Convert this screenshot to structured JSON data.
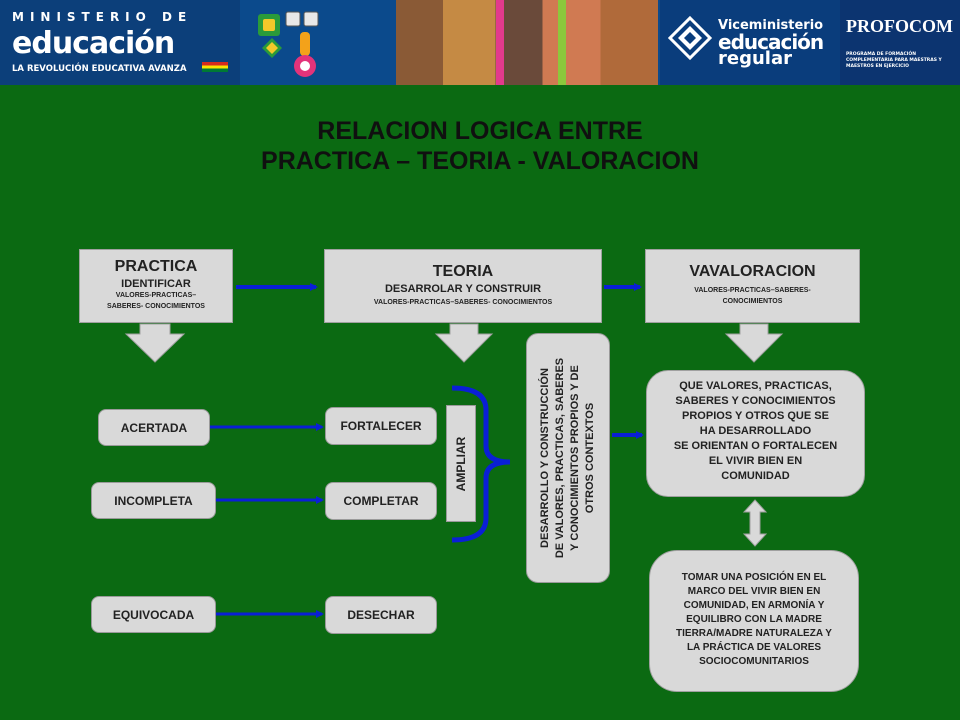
{
  "header": {
    "ministerio": "MINISTERIO DE",
    "educacion": "educación",
    "revolucion": "LA REVOLUCIÓN EDUCATIVA AVANZA",
    "vice_line1": "Viceministerio",
    "vice_line2": "educación",
    "vice_line3": "regular",
    "profocom": "PROFOCOM",
    "profocom_sub": "PROGRAMA DE FORMACIÓN COMPLEMENTARIA PARA MAESTRAS Y MAESTROS EN EJERCICIO"
  },
  "title": {
    "line1": "RELACION LOGICA ENTRE",
    "line2": "PRACTICA – TEORIA - VALORACION"
  },
  "practica": {
    "title": "PRACTICA",
    "sub": "IDENTIFICAR",
    "small1": "VALORES-PRACTICAS–",
    "small2": "SABERES- CONOCIMIENTOS"
  },
  "teoria": {
    "title": "TEORIA",
    "sub": "DESARROLAR Y CONSTRUIR",
    "small": "VALORES-PRACTICAS–SABERES- CONOCIMIENTOS"
  },
  "valoracion": {
    "title": "VAVALORACION",
    "small1": "VALORES-PRACTICAS–SABERES-",
    "small2": "CONOCIMIENTOS"
  },
  "left": {
    "acertada": "ACERTADA",
    "incompleta": "INCOMPLETA",
    "equivocada": "EQUIVOCADA"
  },
  "mid": {
    "fortalecer": "FORTALECER",
    "completar": "COMPLETAR",
    "desechar": "DESECHAR"
  },
  "ampliar": "AMPLIAR",
  "desarrollo": {
    "line1": "DESARROLLO Y CONSTRUCCIÓN",
    "line2": "DE VALORES, PRACTICAS, SABERES",
    "line3": "Y CONOCIMIENTOS PROPIOS Y DE",
    "line4": "OTROS CONTEXTOS"
  },
  "que_valores": [
    "QUE VALORES, PRACTICAS,",
    "SABERES Y CONOCIMIENTOS",
    "PROPIOS Y OTROS  QUE SE",
    "HA DESARROLLADO",
    "SE ORIENTAN O FORTALECEN",
    "EL VIVIR BIEN EN",
    "COMUNIDAD"
  ],
  "tomar": [
    "TOMAR UNA POSICIÓN EN EL",
    "MARCO DEL VIVIR BIEN EN",
    "COMUNIDAD, EN ARMONÍA Y",
    "EQUILIBRO CON LA MADRE",
    "TIERRA/MADRE NATURALEZA Y",
    "LA PRÁCTICA DE VALORES",
    "SOCIOCOMUNITARIOS"
  ],
  "colors": {
    "background": "#0b6a12",
    "box": "#d9d9d9",
    "arrow": "#0a1fd6",
    "header": "#0b4a8c"
  }
}
